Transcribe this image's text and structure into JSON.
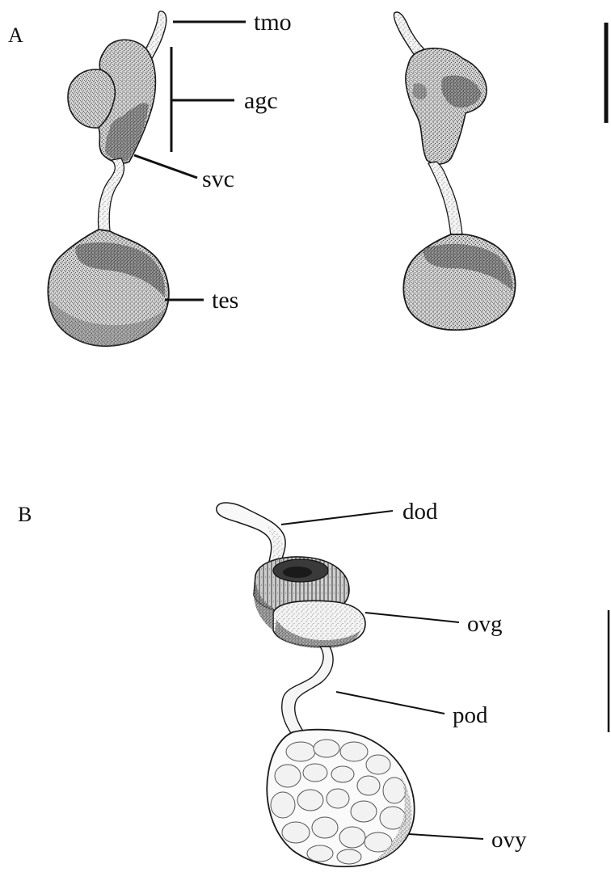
{
  "panels": {
    "A": {
      "letter": "A",
      "labels": {
        "tmo": "tmo",
        "agc": "agc",
        "svc": "svc",
        "tes": "tes"
      }
    },
    "B": {
      "letter": "B",
      "labels": {
        "dod": "dod",
        "ovg": "ovg",
        "pod": "pod",
        "ovy": "ovy"
      }
    }
  }
}
